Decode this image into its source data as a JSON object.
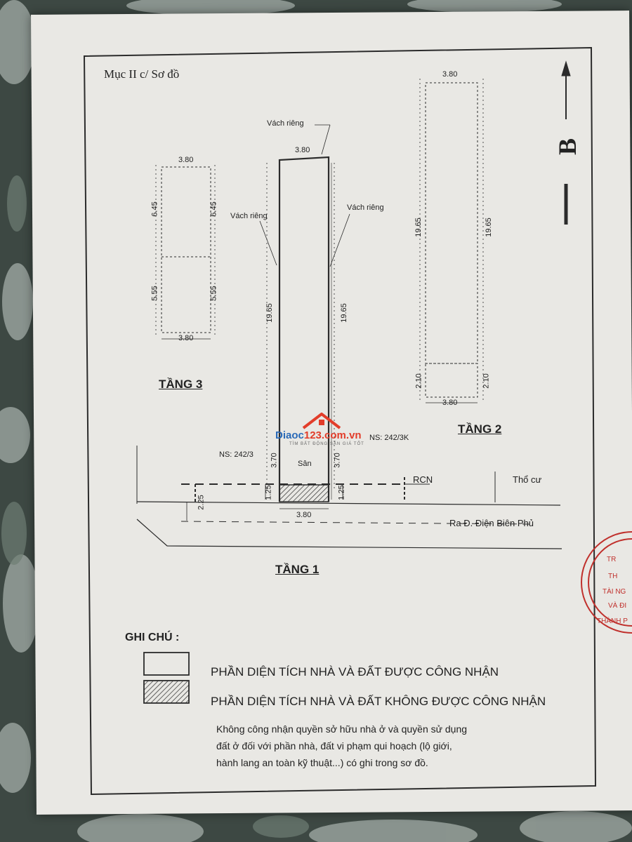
{
  "section_title": "Mục II c/ Sơ đồ",
  "north_letter": "B",
  "floors": {
    "tang3": "TẦNG 3",
    "tang2": "TẦNG 2",
    "tang1": "TẦNG 1"
  },
  "wall_labels": {
    "top": "Vách riêng",
    "left": "Vách riêng",
    "right": "Vách riêng"
  },
  "dimensions": {
    "width": "3.80",
    "main_length": "19.65",
    "upper_part": "6.45",
    "lower_part": "5.55",
    "front_extension": "2.10",
    "yard_depth": "3.70",
    "setback": "1.25",
    "road_setback": "2.25"
  },
  "neighbors": {
    "left_house": "NS: 242/3",
    "right_house": "NS: 242/3K",
    "yard": "Sân",
    "rcn": "RCN",
    "residential": "Thổ cư",
    "road": "Ra Đ. Điện Biên Phủ"
  },
  "watermark": {
    "brand_a": "Diaoc",
    "brand_b": "123.com.vn",
    "tagline": "TÌM BẤT ĐỘNG SẢN GIÁ TỐT"
  },
  "legend": {
    "title": "GHI CHÚ :",
    "recognized": "PHẦN DIỆN TÍCH NHÀ VÀ ĐẤT ĐƯỢC CÔNG NHẬN",
    "not_recognized": "PHẦN DIỆN TÍCH NHÀ VÀ ĐẤT KHÔNG ĐƯỢC CÔNG NHẬN"
  },
  "note_lines": [
    "Không công nhận quyền sở hữu nhà ở và quyền sử dụng",
    "đất ở đối với phần nhà, đất vi phạm qui hoạch (lộ giới,",
    "hành lang an toàn kỹ thuật...) có ghi trong sơ đồ."
  ],
  "stamp_text": [
    "TR",
    "TH",
    "TÀI NG",
    "VÀ ĐI",
    "THÀNH P"
  ],
  "colors": {
    "ink": "#222222",
    "paper": "#e9e8e4",
    "stamp": "#c0302c",
    "logo_blue": "#2a6ab8",
    "logo_red": "#e23d2a"
  }
}
